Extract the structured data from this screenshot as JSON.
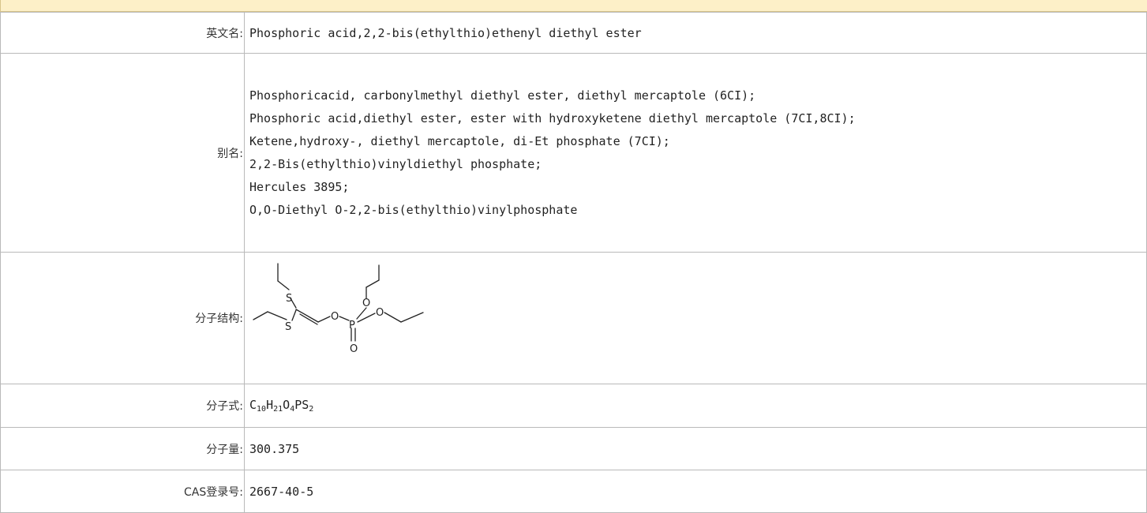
{
  "rows": {
    "english_name": {
      "label": "英文名:",
      "value": "Phosphoric acid,2,2-bis(ethylthio)ethenyl diethyl ester"
    },
    "aliases": {
      "label": "别名:",
      "values": [
        "Phosphoricacid, carbonylmethyl diethyl ester, diethyl mercaptole (6CI);",
        "Phosphoric acid,diethyl ester, ester with hydroxyketene diethyl mercaptole (7CI,8CI);",
        "Ketene,hydroxy-, diethyl mercaptole, di-Et phosphate (7CI);",
        "2,2-Bis(ethylthio)vinyldiethyl phosphate;",
        "Hercules 3895;",
        "O,O-Diethyl O-2,2-bis(ethylthio)vinylphosphate"
      ]
    },
    "structure": {
      "label": "分子结构:",
      "atoms": {
        "s": "S",
        "o": "O",
        "p": "P"
      }
    },
    "formula": {
      "label": "分子式:",
      "parts": {
        "c": "C",
        "c_n": "10",
        "h": "H",
        "h_n": "21",
        "o": "O",
        "o_n": "4",
        "rest": "PS",
        "s_n": "2"
      }
    },
    "molecular_weight": {
      "label": "分子量:",
      "value": "300.375"
    },
    "cas": {
      "label": "CAS登录号:",
      "value": "2667-40-5"
    }
  }
}
